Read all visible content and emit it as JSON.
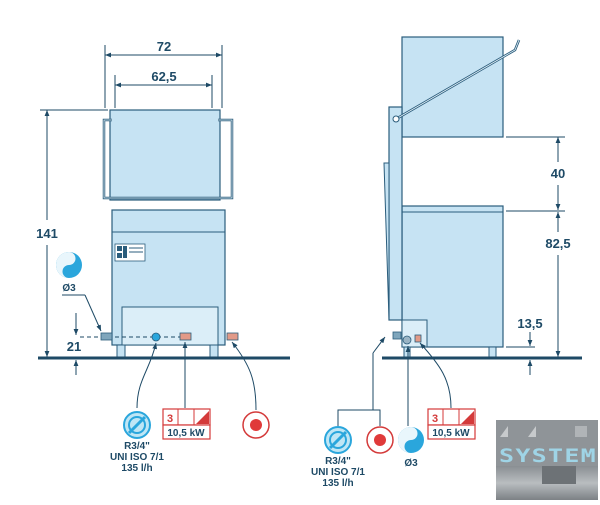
{
  "front_view": {
    "width_outer": "72",
    "width_inner": "62,5",
    "height_total": "141",
    "drain_diameter": "Ø3",
    "connection_height": "21"
  },
  "side_view": {
    "hood_opening": "40",
    "body_height": "82,5",
    "connection_height": "13,5",
    "drain_diameter": "Ø3"
  },
  "water_inlet": {
    "line1": "R3/4\"",
    "line2": "UNI ISO 7/1",
    "line3": "135 l/h"
  },
  "power": {
    "phases": "3",
    "rating": "10,5 kW"
  },
  "logo": {
    "text": "SYSTEM"
  },
  "colors": {
    "body_fill": "#c6e3f3",
    "stroke": "#2b5d7c",
    "dim_text": "#1e4a66",
    "electric_red": "#d43a3a",
    "water_blue": "#2aa6dc",
    "connector_orange": "#e29a88"
  }
}
